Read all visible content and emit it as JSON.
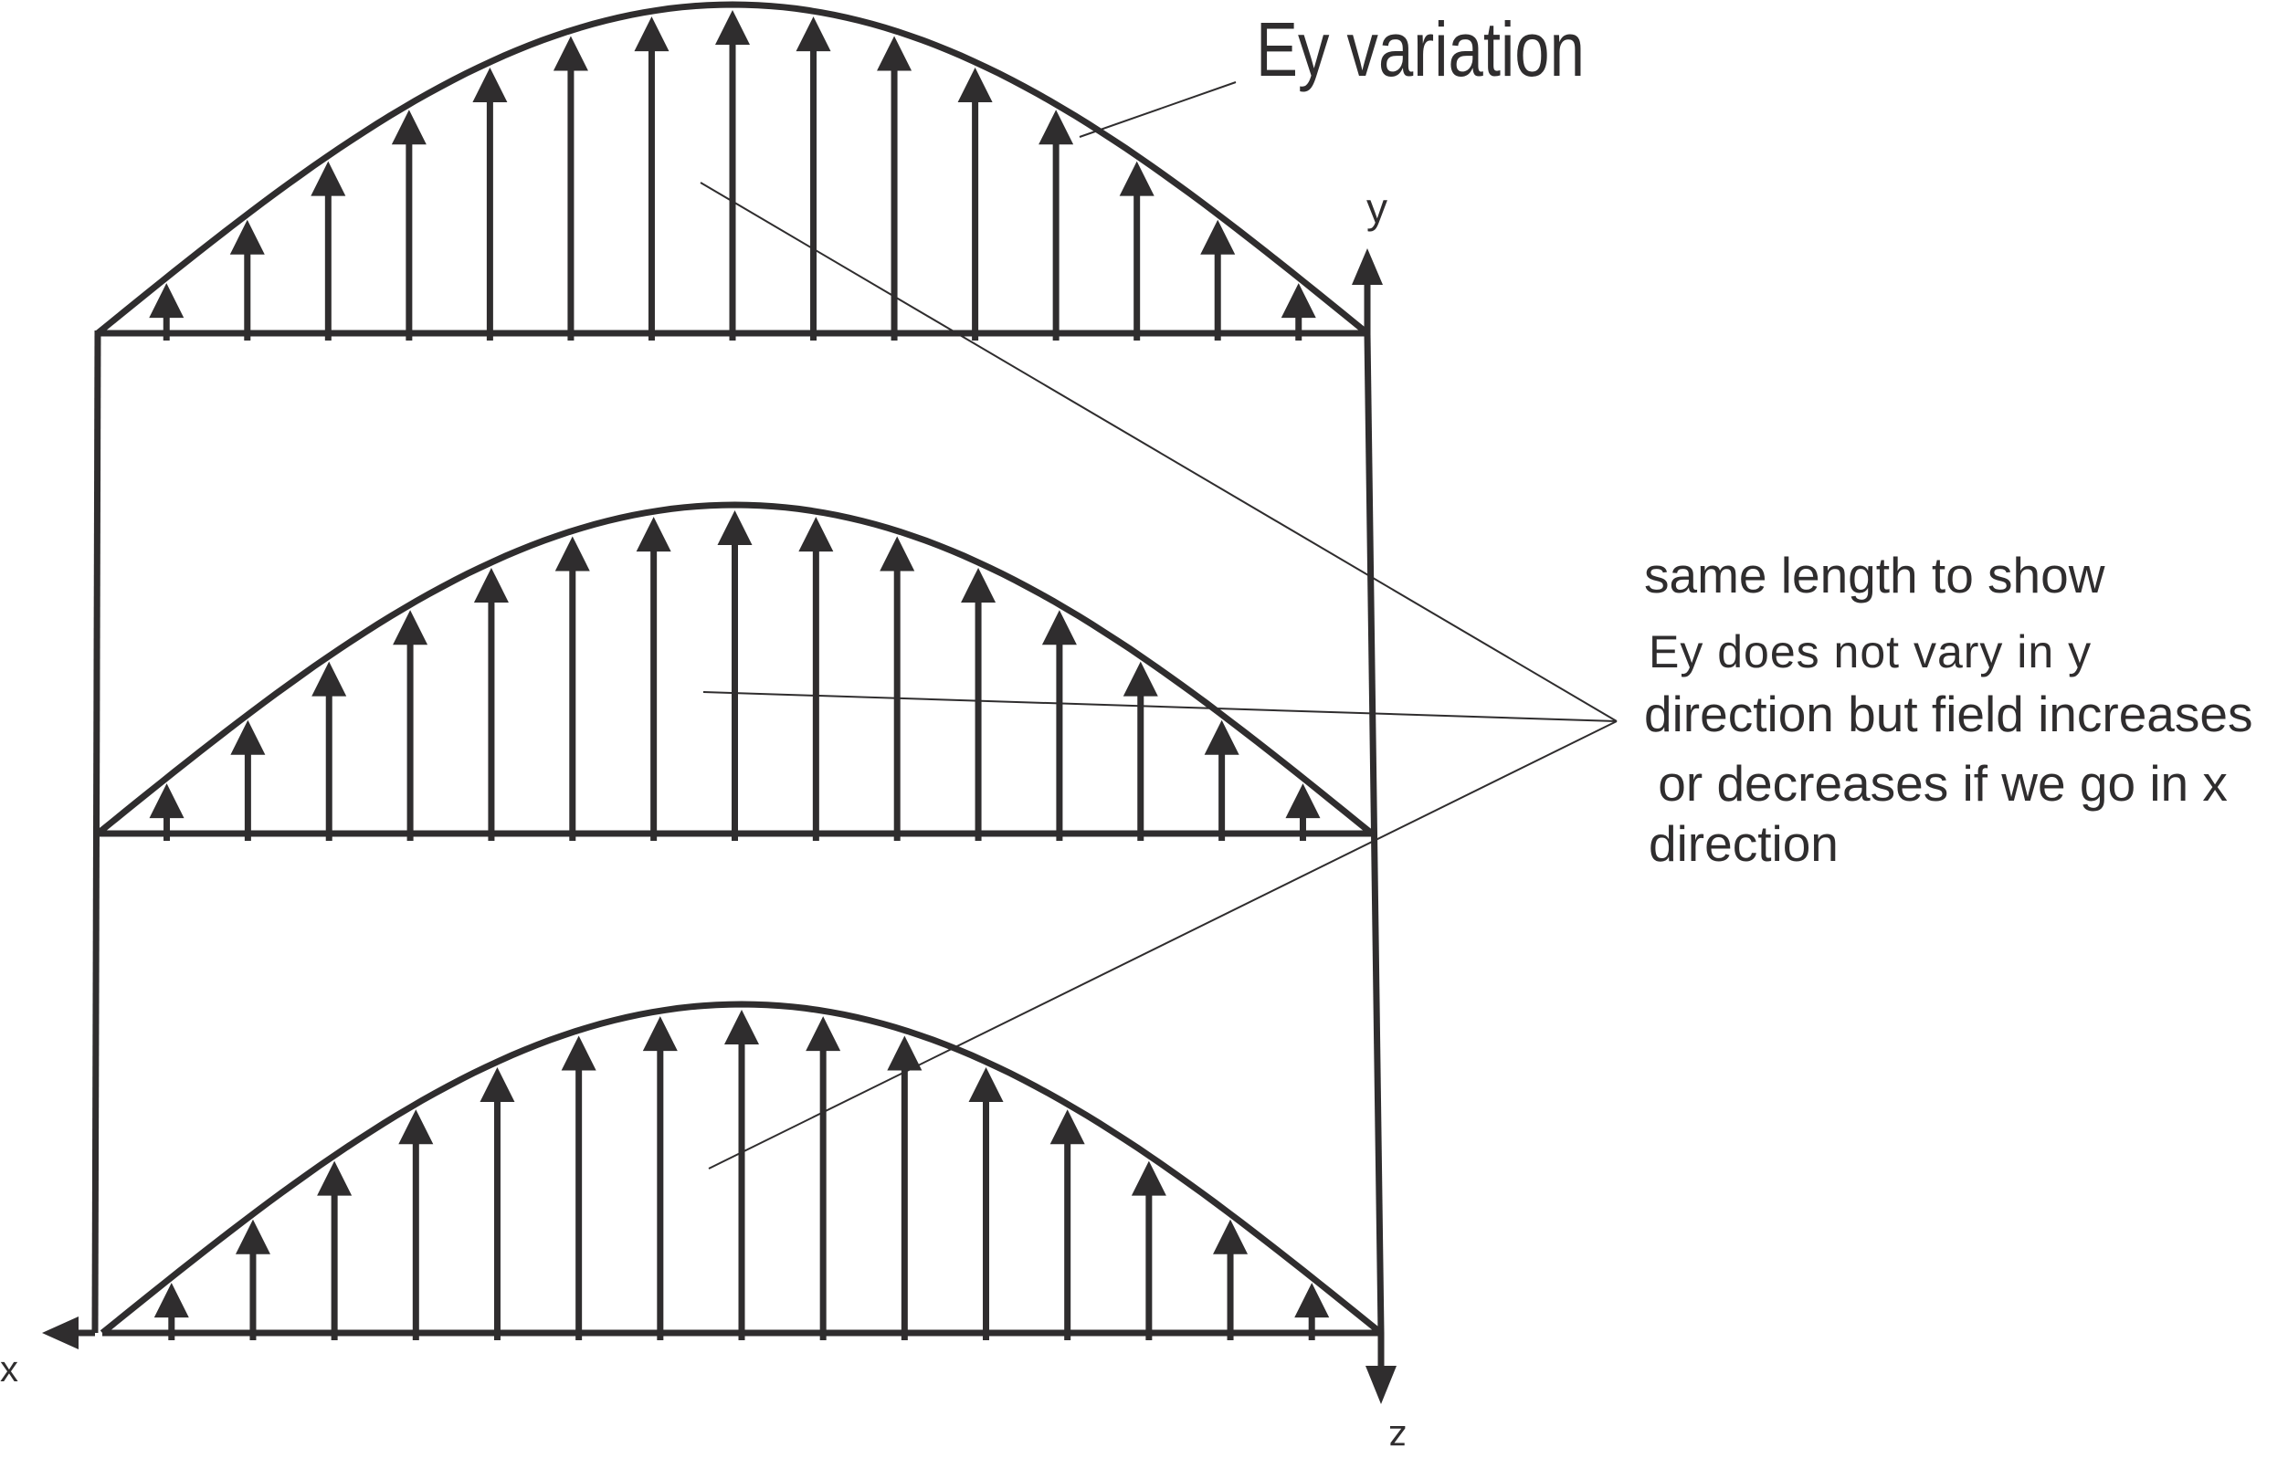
{
  "title": "Ey variation",
  "axes": {
    "x": "x",
    "y": "y",
    "z": "z"
  },
  "annotation": {
    "lines": [
      "same length to show",
      "Ey does not vary in y",
      "direction but field increases",
      " or decreases if we go in x",
      "direction"
    ]
  },
  "sheets": [
    "top-sheet",
    "middle-sheet",
    "bottom-sheet"
  ],
  "arrows_per_sheet": 15,
  "field_profile": "half-sine",
  "colors": {
    "ink": "#2f2d2e",
    "background": "#ffffff"
  }
}
